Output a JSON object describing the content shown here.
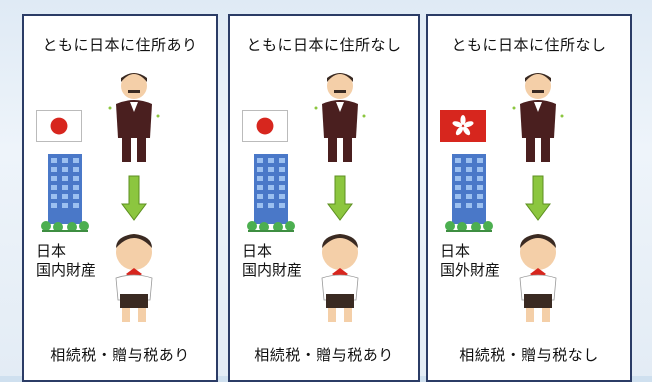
{
  "panels": [
    {
      "heading": "ともに日本に住所あり",
      "flag": "japan-flag",
      "asset_line1": "日本",
      "asset_line2": "国内財産",
      "result": "相続税・贈与税あり"
    },
    {
      "heading": "ともに日本に住所なし",
      "flag": "japan-flag",
      "asset_line1": "日本",
      "asset_line2": "国内財産",
      "result": "相続税・贈与税あり"
    },
    {
      "heading": "ともに日本に住所なし",
      "flag": "hong-kong-flag",
      "asset_line1": "日本",
      "asset_line2": "国外財産",
      "result": "相続税・贈与税なし"
    }
  ],
  "colors": {
    "panel_border": "#2b3c66",
    "arrow_green": "#8cc63f",
    "japan_red": "#d7261e",
    "hk_red": "#d7261e",
    "building_blue": "#4a78c8"
  }
}
